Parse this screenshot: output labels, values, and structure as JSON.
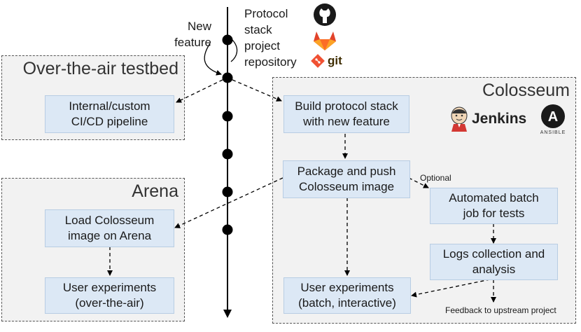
{
  "repository": {
    "label": "Protocol\nstack\nproject\nrepository",
    "new_feature": "New\nfeature",
    "git_wordmark": "git"
  },
  "panels": {
    "ota": {
      "title": "Over-the-air testbed"
    },
    "arena": {
      "title": "Arena"
    },
    "colosseum": {
      "title": "Colosseum"
    }
  },
  "nodes": {
    "ota_pipeline": "Internal/custom\nCI/CD pipeline",
    "build": "Build protocol stack\nwith new feature",
    "package": "Package and push\nColosseum image",
    "load": "Load Colosseum\nimage on Arena",
    "user_ota": "User experiments\n(over-the-air)",
    "batch": "Automated batch\njob for tests",
    "logs": "Logs collection and\nanalysis",
    "user_batch": "User experiments\n(batch, interactive)"
  },
  "annotations": {
    "optional": "Optional",
    "feedback": "Feedback to upstream project"
  },
  "logos": {
    "jenkins": "Jenkins",
    "ansible": "ANSIBLE",
    "ansible_letter": "A"
  },
  "colors": {
    "panel_bg": "#f2f2f2",
    "node_bg": "#dce8f5",
    "gitlab_orange": "#e2432a",
    "git_orange": "#f05133",
    "jenkins_red": "#d33833"
  }
}
